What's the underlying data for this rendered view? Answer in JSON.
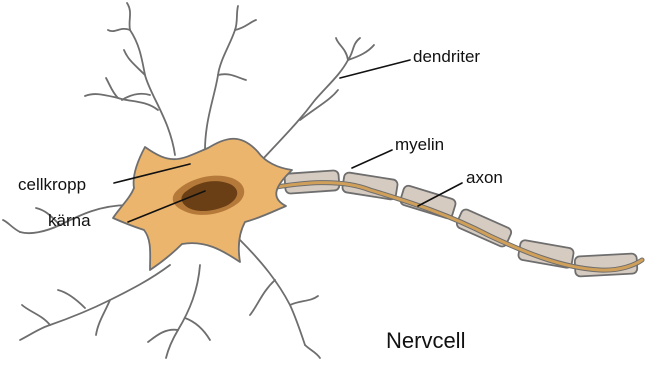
{
  "title": "Nervcell",
  "labels": {
    "dendrites": "dendriter",
    "myelin": "myelin",
    "axon": "axon",
    "cell_body": "cellkropp",
    "nucleus": "kärna"
  },
  "colors": {
    "cell_body": "#ebb56e",
    "nucleus": "#6b3f16",
    "nucleus_halo": "#b57a3a",
    "myelin_fill": "#d6cbc0",
    "outline": "#6e6e6e",
    "axon_line": "#d0a05a"
  }
}
